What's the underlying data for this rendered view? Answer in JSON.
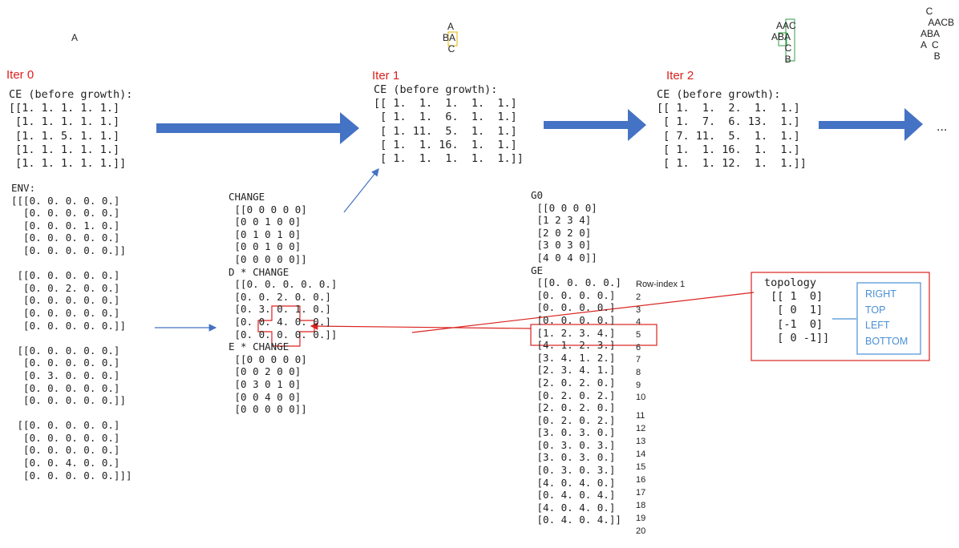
{
  "iter_labels": [
    "Iter 0",
    "Iter 1",
    "Iter 2"
  ],
  "ellipsis": "...",
  "glyphs": {
    "iter0": "A",
    "iter1": "  A\nBA\n  C",
    "iter2": "  AAC\nABA\n     C\n     B",
    "iter3": "  C\n   AACB\nABA\nA  C\n     B"
  },
  "ce_iter0": "CE (before growth):\n[[1. 1. 1. 1. 1.]\n [1. 1. 1. 1. 1.]\n [1. 1. 5. 1. 1.]\n [1. 1. 1. 1. 1.]\n [1. 1. 1. 1. 1.]]",
  "ce_iter1": "CE (before growth):\n[[ 1.  1.  1.  1.  1.]\n [ 1.  1.  6.  1.  1.]\n [ 1. 11.  5.  1.  1.]\n [ 1.  1. 16.  1.  1.]\n [ 1.  1.  1.  1.  1.]]",
  "ce_iter2": "CE (before growth):\n[[ 1.  1.  2.  1.  1.]\n [ 1.  7.  6. 13.  1.]\n [ 7. 11.  5.  1.  1.]\n [ 1.  1. 16.  1.  1.]\n [ 1.  1. 12.  1.  1.]]",
  "env": "ENV:\n[[[0. 0. 0. 0. 0.]\n  [0. 0. 0. 0. 0.]\n  [0. 0. 0. 1. 0.]\n  [0. 0. 0. 0. 0.]\n  [0. 0. 0. 0. 0.]]\n\n [[0. 0. 0. 0. 0.]\n  [0. 0. 2. 0. 0.]\n  [0. 0. 0. 0. 0.]\n  [0. 0. 0. 0. 0.]\n  [0. 0. 0. 0. 0.]]\n\n [[0. 0. 0. 0. 0.]\n  [0. 0. 0. 0. 0.]\n  [0. 3. 0. 0. 0.]\n  [0. 0. 0. 0. 0.]\n  [0. 0. 0. 0. 0.]]\n\n [[0. 0. 0. 0. 0.]\n  [0. 0. 0. 0. 0.]\n  [0. 0. 0. 0. 0.]\n  [0. 0. 4. 0. 0.]\n  [0. 0. 0. 0. 0.]]]",
  "change_block": "CHANGE\n [[0 0 0 0 0]\n [0 0 1 0 0]\n [0 1 0 1 0]\n [0 0 1 0 0]\n [0 0 0 0 0]]\nD * CHANGE\n [[0. 0. 0. 0. 0.]\n [0. 0. 2. 0. 0.]\n [0. 3. 0. 1. 0.]\n [0. 0. 4. 0. 0.]\n [0. 0. 0. 0. 0.]]\nE * CHANGE\n [[0 0 0 0 0]\n [0 0 2 0 0]\n [0 3 0 1 0]\n [0 0 4 0 0]\n [0 0 0 0 0]]",
  "g0_ge": "G0\n [[0 0 0 0]\n [1 2 3 4]\n [2 0 2 0]\n [3 0 3 0]\n [4 0 4 0]]\nGE\n [[0. 0. 0. 0.]\n [0. 0. 0. 0.]\n [0. 0. 0. 0.]\n [0. 0. 0. 0.]\n [1. 2. 3. 4.]\n [4. 1. 2. 3.]\n [3. 4. 1. 2.]\n [2. 3. 4. 1.]\n [2. 0. 2. 0.]\n [0. 2. 0. 2.]\n [2. 0. 2. 0.]\n [0. 2. 0. 2.]\n [3. 0. 3. 0.]\n [0. 3. 0. 3.]\n [3. 0. 3. 0.]\n [0. 3. 0. 3.]\n [4. 0. 4. 0.]\n [0. 4. 0. 4.]\n [4. 0. 4. 0.]\n [0. 4. 0. 4.]]",
  "row_index_labels": [
    "Row-index 1",
    "2",
    "3",
    "4",
    "5",
    "6",
    "7",
    "8",
    "9",
    "10",
    "11",
    "12",
    "13",
    "14",
    "15",
    "16",
    "17",
    "18",
    "19",
    "20"
  ],
  "topology": "topology\n [[ 1  0]\n  [ 0  1]\n  [-1  0]\n  [ 0 -1]]",
  "directions": "RIGHT\nTOP\nLEFT\nBOTTOM",
  "colors": {
    "arrow_blue": "#4472c4",
    "iter_red": "#d9221f",
    "highlight_red": "#d9221f",
    "direction_blue": "#4a8fd6",
    "highlight_green": "#2f9e44",
    "highlight_yellow": "#e0b000"
  }
}
